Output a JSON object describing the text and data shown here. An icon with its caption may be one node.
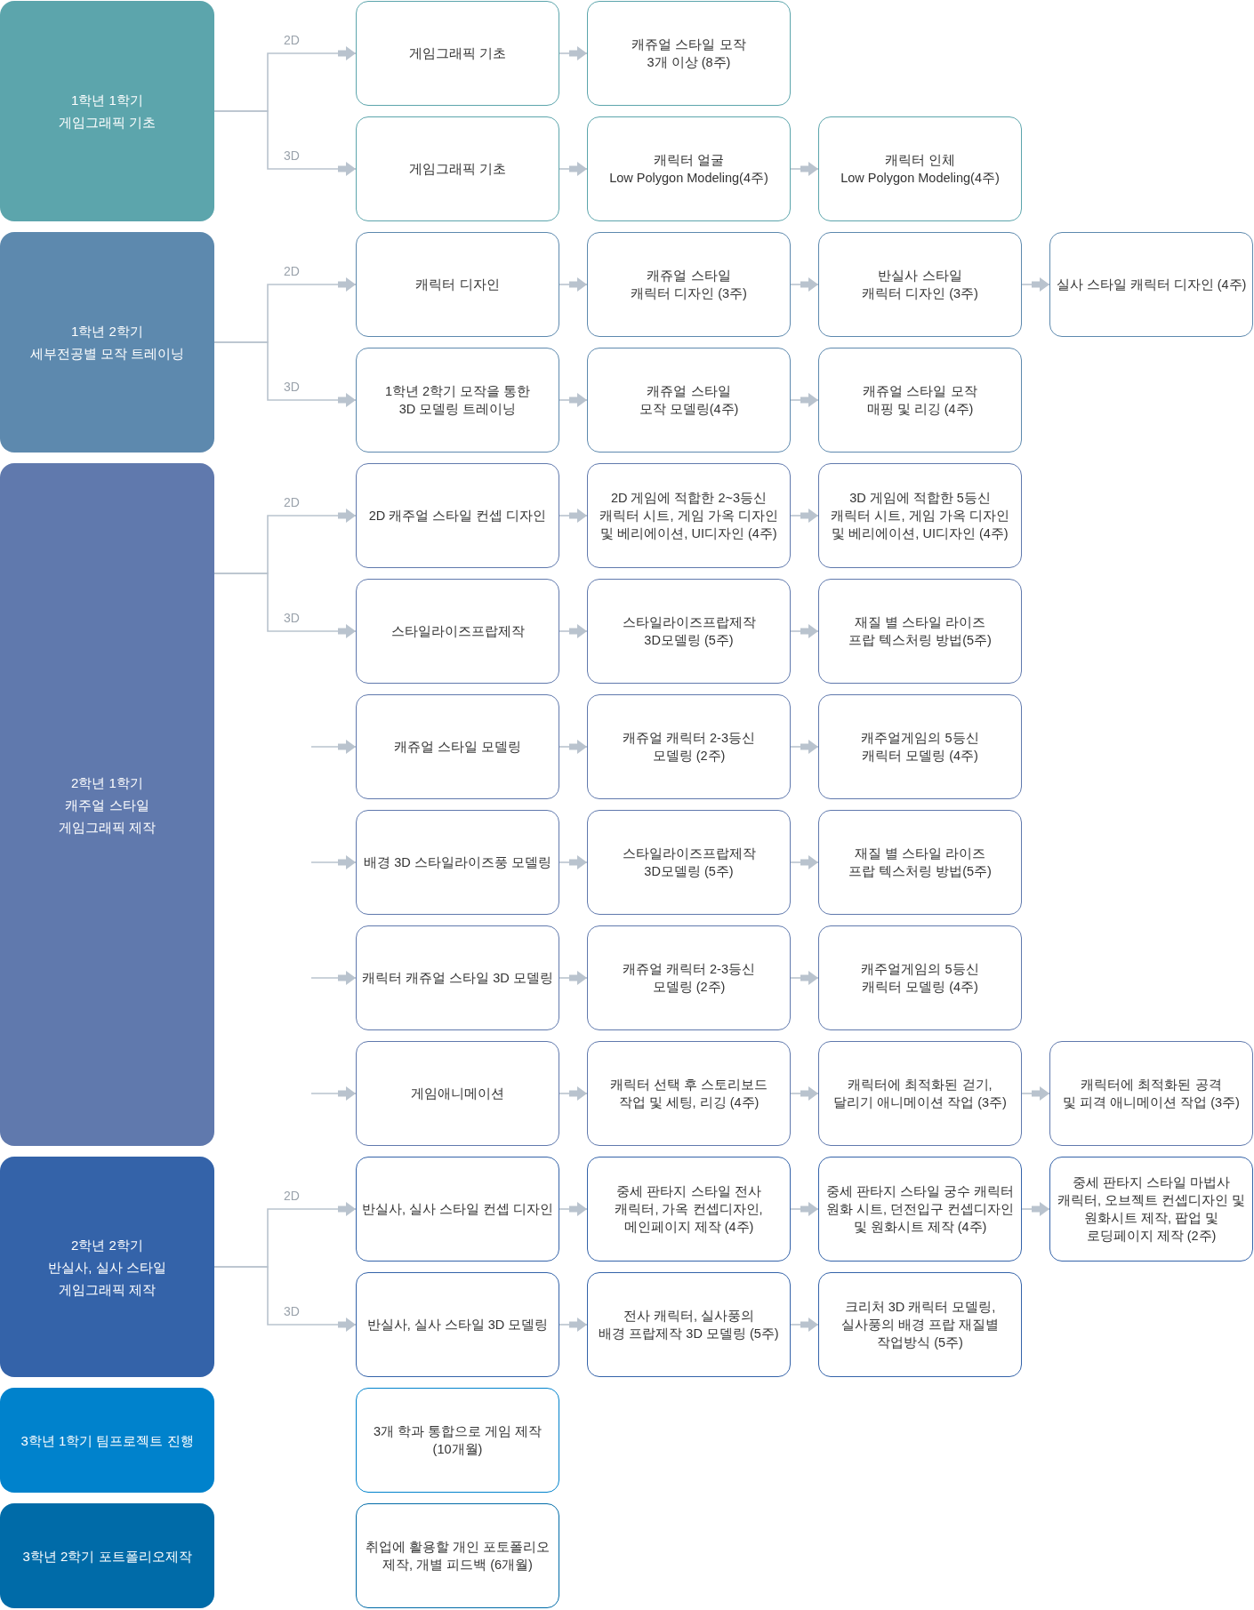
{
  "diagram": {
    "nodes": [
      {
        "text": [
          "1학년 1학기 게임그래픽 기초"
        ]
      },
      {
        "text": [
          "게임그래픽 기초"
        ]
      },
      {
        "text": [
          "캐쥬얼 스타일 모작 3개 이상 (8주)"
        ]
      },
      {
        "text": [
          "게임그래픽 기초"
        ]
      },
      {
        "text": [
          "캐릭터 얼굴 Low Polygon Modeling(4주)"
        ]
      },
      {
        "text": [
          "캐릭터 인체 Low Polygon Modeling(4주)"
        ]
      },
      {
        "text": [
          "1학년 2학기 세부전공별 모작 트레이닝"
        ]
      },
      {
        "text": [
          "캐릭터 디자인"
        ]
      },
      {
        "text": [
          "캐쥬얼 스타일 캐릭터 디자인 (3주)"
        ]
      },
      {
        "text": [
          "반실사 스타일 캐릭터 디자인 (3주)"
        ]
      },
      {
        "text": [
          "실사 스타일 캐릭터 디자인 (4주)"
        ]
      },
      {
        "text": [
          "1학년 2학기 모작을 통한 3D 모델링 트레이닝"
        ]
      },
      {
        "text": [
          "캐쥬얼 스타일 모작 모델링(4주)"
        ]
      },
      {
        "text": [
          "캐쥬얼 스타일 모작 매핑 및 리깅 (4주)"
        ]
      },
      {
        "text": [
          "2학년 1학기 캐주얼 스타일 게임그래픽 제작"
        ]
      },
      {
        "text": [
          "2D 캐주얼 스타일 컨셉 디자인"
        ]
      },
      {
        "text": [
          "2D 게임에 적합한 2~3등신 캐릭터 시트, 게임 가옥 디자인 및 베리에이션, UI디자인 (4주)"
        ]
      },
      {
        "text": [
          "3D 게임에 적합한 5등신 캐릭터 시트, 게임 가옥 디자인 및 베리에이션, UI디자인 (4주)"
        ]
      },
      {
        "text": [
          "스타일라이즈프랍제작"
        ]
      },
      {
        "text": [
          "스타일라이즈프랍제작 3D모델링 (5주)"
        ]
      },
      {
        "text": [
          "재질 별 스타일 라이즈 프랍 텍스처링 방법(5주)"
        ]
      },
      {
        "text": [
          "캐쥬얼 스타일 모델링"
        ]
      },
      {
        "text": [
          "캐쥬얼 캐릭터 2-3등신 모델링 (2주)"
        ]
      },
      {
        "text": [
          "캐주얼게임의 5등신 캐릭터 모델링 (4주)"
        ]
      },
      {
        "text": [
          "배경 3D 스타일라이즈풍 모델링"
        ]
      },
      {
        "text": [
          "스타일라이즈프랍제작 3D모델링 (5주)"
        ]
      },
      {
        "text": [
          "재질 별 스타일 라이즈 프랍 텍스처링 방법(5주)"
        ]
      },
      {
        "text": [
          "캐릭터 캐쥬얼 스타일 3D 모델링"
        ]
      },
      {
        "text": [
          "캐쥬얼 캐릭터 2-3등신 모델링 (2주)"
        ]
      },
      {
        "text": [
          "캐주얼게임의 5등신 캐릭터 모델링 (4주)"
        ]
      },
      {
        "text": [
          "게임애니메이션"
        ]
      },
      {
        "text": [
          "캐릭터 선택 후 스토리보드 작업 및 세팅, 리깅 (4주)"
        ]
      },
      {
        "text": [
          "캐릭터에 최적화된 걷기, 달리기 애니메이션 작업 (3주)"
        ]
      },
      {
        "text": [
          "캐릭터에 최적화된 공격 및 피격 애니메이션 작업 (3주)"
        ]
      },
      {
        "text": [
          "2학년 2학기 반실사, 실사 스타일 게임그래픽 제작"
        ]
      },
      {
        "text": [
          "반실사, 실사 스타일 컨셉 디자인"
        ]
      },
      {
        "text": [
          "중세 판타지 스타일 전사 캐릭터, 가옥 컨셉디자인, 메인페이지 제작 (4주)"
        ]
      },
      {
        "text": [
          "중세 판타지 스타일 궁수 캐릭터 원화 시트, 던전입구 컨셉디자인 및 원화시트 제작 (4주)"
        ]
      },
      {
        "text": [
          "중세 판타지 스타일 마법사 캐릭터, 오브젝트 컨셉디자인 및 원화시트 제작, 팝업 및 로딩페이지 제작 (2주)"
        ]
      },
      {
        "text": [
          "반실사, 실사 스타일 3D 모델링"
        ]
      },
      {
        "text": [
          "전사 캐릭터, 실사풍의 배경 프랍제작 3D 모델링 (5주)"
        ]
      },
      {
        "text": [
          "크리처 3D 캐릭터 모델링, 실사풍의 배경 프랍 재질별 작업방식 (5주)"
        ]
      },
      {
        "text": [
          "3학년 1학기 팀프로젝트 진행"
        ]
      },
      {
        "text": [
          "3개 학과 통합으로 게임 제작 (10개월)"
        ]
      },
      {
        "text": [
          "3학년 2학기 포트폴리오제작"
        ]
      },
      {
        "text": [
          "취업에 활용할 개인 포토폴리오 제작, 개별 피드백 (6개월)"
        ]
      }
    ],
    "edges": [
      {
        "from": 0,
        "to": 1,
        "arrow": "to",
        "label": "2D"
      },
      {
        "from": 0,
        "to": 3,
        "arrow": "to",
        "label": "3D"
      },
      {
        "from": 1,
        "to": 2,
        "arrow": "to"
      },
      {
        "from": 3,
        "to": 4,
        "arrow": "to"
      },
      {
        "from": 4,
        "to": 5,
        "arrow": "to"
      },
      {
        "from": 6,
        "to": 7,
        "arrow": "to",
        "label": "2D"
      },
      {
        "from": 6,
        "to": 11,
        "arrow": "to",
        "label": "3D"
      },
      {
        "from": 7,
        "to": 8,
        "arrow": "to"
      },
      {
        "from": 8,
        "to": 9,
        "arrow": "to"
      },
      {
        "from": 9,
        "to": 10,
        "arrow": "to"
      },
      {
        "from": 11,
        "to": 12,
        "arrow": "to"
      },
      {
        "from": 12,
        "to": 13,
        "arrow": "to"
      },
      {
        "from": 14,
        "to": 15,
        "arrow": "to",
        "label": "2D"
      },
      {
        "from": 14,
        "to": 18,
        "arrow": "to",
        "label": "3D"
      },
      {
        "from": 15,
        "to": 16,
        "arrow": "to"
      },
      {
        "from": 16,
        "to": 17,
        "arrow": "to"
      },
      {
        "from": 18,
        "to": 19,
        "arrow": "to"
      },
      {
        "from": 19,
        "to": 20,
        "arrow": "to"
      },
      {
        "from": null,
        "to": 21,
        "arrow": "to"
      },
      {
        "from": 21,
        "to": 22,
        "arrow": "to"
      },
      {
        "from": 22,
        "to": 23,
        "arrow": "to"
      },
      {
        "from": null,
        "to": 24,
        "arrow": "to"
      },
      {
        "from": 24,
        "to": 25,
        "arrow": "to"
      },
      {
        "from": 25,
        "to": 26,
        "arrow": "to"
      },
      {
        "from": null,
        "to": 27,
        "arrow": "to"
      },
      {
        "from": 27,
        "to": 28,
        "arrow": "to"
      },
      {
        "from": 28,
        "to": 29,
        "arrow": "to"
      },
      {
        "from": null,
        "to": 30,
        "arrow": "to"
      },
      {
        "from": 30,
        "to": 31,
        "arrow": "to"
      },
      {
        "from": 31,
        "to": 32,
        "arrow": "to"
      },
      {
        "from": 32,
        "to": 33,
        "arrow": "to"
      },
      {
        "from": 34,
        "to": 35,
        "arrow": "to",
        "label": "2D"
      },
      {
        "from": 34,
        "to": 39,
        "arrow": "to",
        "label": "3D"
      },
      {
        "from": 35,
        "to": 36,
        "arrow": "to"
      },
      {
        "from": 36,
        "to": 37,
        "arrow": "to"
      },
      {
        "from": 37,
        "to": 38,
        "arrow": "to"
      },
      {
        "from": 39,
        "to": 40,
        "arrow": "to"
      },
      {
        "from": 40,
        "to": 41,
        "arrow": "to"
      }
    ]
  }
}
